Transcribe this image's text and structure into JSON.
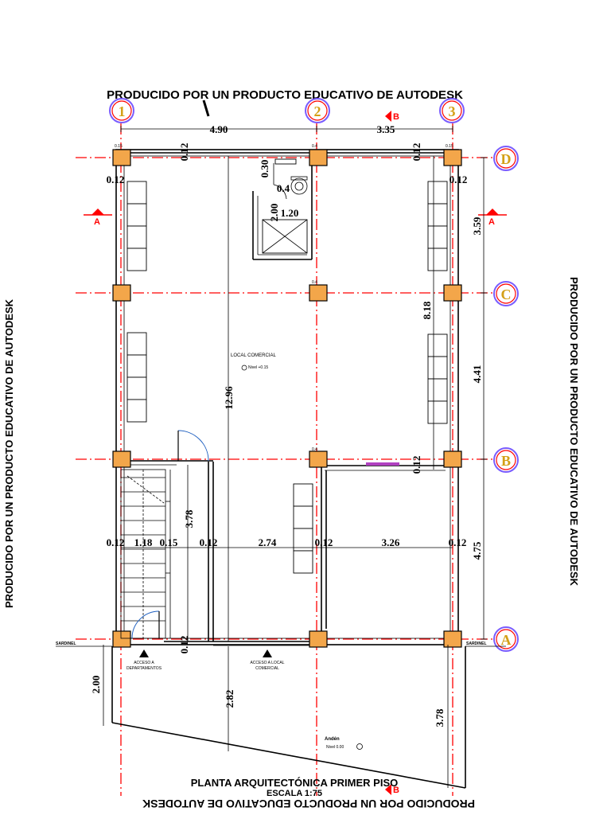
{
  "watermark": {
    "top": "PRODUCIDO POR UN PRODUCTO EDUCATIVO DE AUTODESK",
    "left": "PRODUCIDO POR UN PRODUCTO EDUCATIVO DE AUTODESK",
    "right": "PRODUCIDO POR UN PRODUCTO EDUCATIVO DE AUTODESK",
    "bottom": "PRODUCIDO POR UN PRODUCTO EDUCATIVO DE AUTODESK"
  },
  "title": {
    "main": "PLANTA ARQUITECTÓNICA PRIMER PISO",
    "scale": "ESCALA 1:75"
  },
  "axes": {
    "vertical": [
      "1",
      "2",
      "3"
    ],
    "horizontal": [
      "D",
      "C",
      "B",
      "A"
    ]
  },
  "sections": {
    "b_top": "B",
    "b_bottom": "B",
    "a_left": "A",
    "a_right": "A"
  },
  "dims": {
    "top_12": "4.90",
    "top_23": "3.35",
    "right_DC": "3.59",
    "right_CB": "4.41",
    "right_BA": "4.75",
    "total_height": "12.96",
    "height_818": "8.18",
    "stair_height": "3.78",
    "bottom_left": "2.00",
    "bottom_mid": "2.82",
    "bottom_right": "3.78",
    "row": [
      "0.12",
      "1.18",
      "0.15",
      "0.12",
      "2.74",
      "0.12",
      "3.26",
      "0.12"
    ],
    "wall_top_left": "0.12",
    "wall_top_right": "0.12",
    "wall_left": "0.12",
    "wall_right": "0.12",
    "bath_030": "0.30",
    "bath_04": "0.4",
    "bath_200": "2.00",
    "bath_120": "1.20",
    "wall_b_right": "0.12",
    "wall_a_door": "0.12"
  },
  "labels": {
    "local": "LOCAL COMERCIAL",
    "local_level": "Nivel +0.15",
    "acceso1_line1": "ACCESO A",
    "acceso1_line2": "DEPARTAMENTOS",
    "acceso2_line1": "ACCESO A LOCAL",
    "acceso2_line2": "COMERCIAL",
    "anden": "Andén",
    "anden_level": "Nivel 0.00",
    "sardinel_left": "SARDINEL",
    "sardinel_right": "SARDINEL",
    "col_015": "0.15",
    "col_04": "0.4"
  },
  "colors": {
    "axis": "#ff0000",
    "bubble_ring": "#7a5cff",
    "bubble_text": "#d4a017",
    "column": "#f3a64a",
    "window": "#b040c0"
  }
}
